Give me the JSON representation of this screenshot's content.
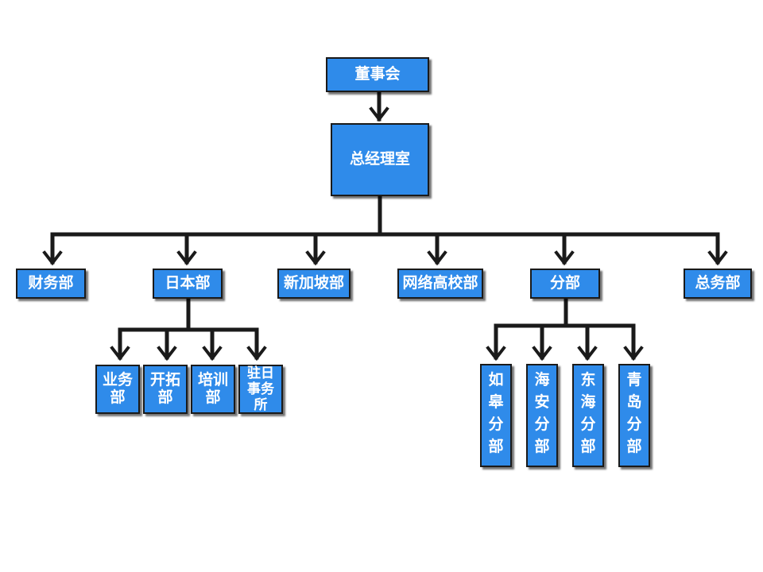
{
  "chart": {
    "root": "董事会",
    "gm": "总经理室",
    "departments": [
      "财务部",
      "日本部",
      "新加坡部",
      "网络高校部",
      "分部",
      "总务部"
    ],
    "japan_units": [
      "业务部",
      "开拓部",
      "培训部",
      "驻日事务所"
    ],
    "branches": [
      "如皋分部",
      "海安分部",
      "东海分部",
      "青岛分部"
    ]
  },
  "colors": {
    "box_fill": "#2f8bea",
    "line": "#1a1a1a",
    "text": "#ffffff"
  }
}
